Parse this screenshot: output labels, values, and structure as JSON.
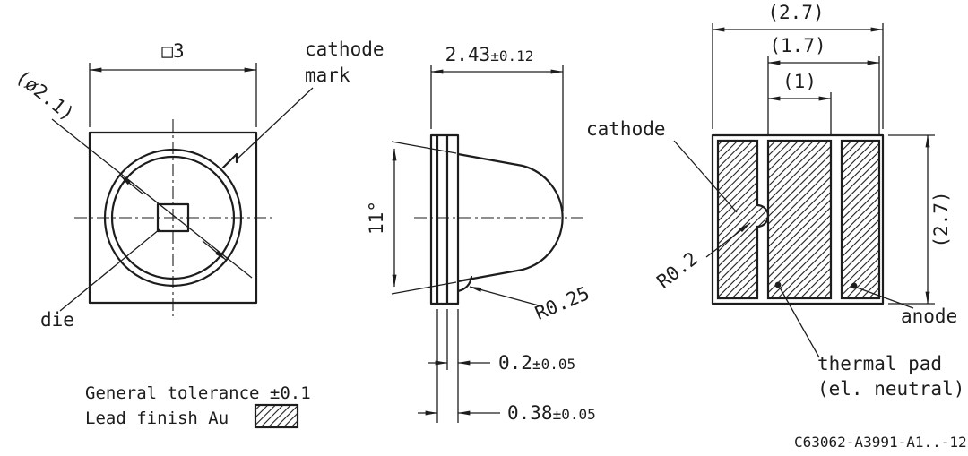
{
  "colors": {
    "ink": "#1d1d1d",
    "background": "#ffffff"
  },
  "top_view": {
    "size": "□3",
    "lens_diameter": "(ø2.1)",
    "cathode_mark": [
      "cathode",
      "mark"
    ],
    "die_label": "die"
  },
  "side_view": {
    "height": "2.43",
    "height_tol": "±0.12",
    "angle": "11°",
    "fillet": "R0.25",
    "flange": "0.2",
    "flange_tol": "±0.05",
    "substrate": "0.38",
    "substrate_tol": "±0.05"
  },
  "bottom_view": {
    "width": "(2.7)",
    "pads_span": "(1.7)",
    "thermal_width": "(1)",
    "height": "(2.7)",
    "cathode_label": "cathode",
    "notch_radius": "R0.2",
    "anode_label": "anode",
    "thermal_label": [
      "thermal pad",
      "(el. neutral)"
    ]
  },
  "legend": {
    "general_tolerance": "General tolerance ±0.1",
    "lead_finish": "Lead finish Au"
  },
  "doc_number": "C63062-A3991-A1..-12"
}
